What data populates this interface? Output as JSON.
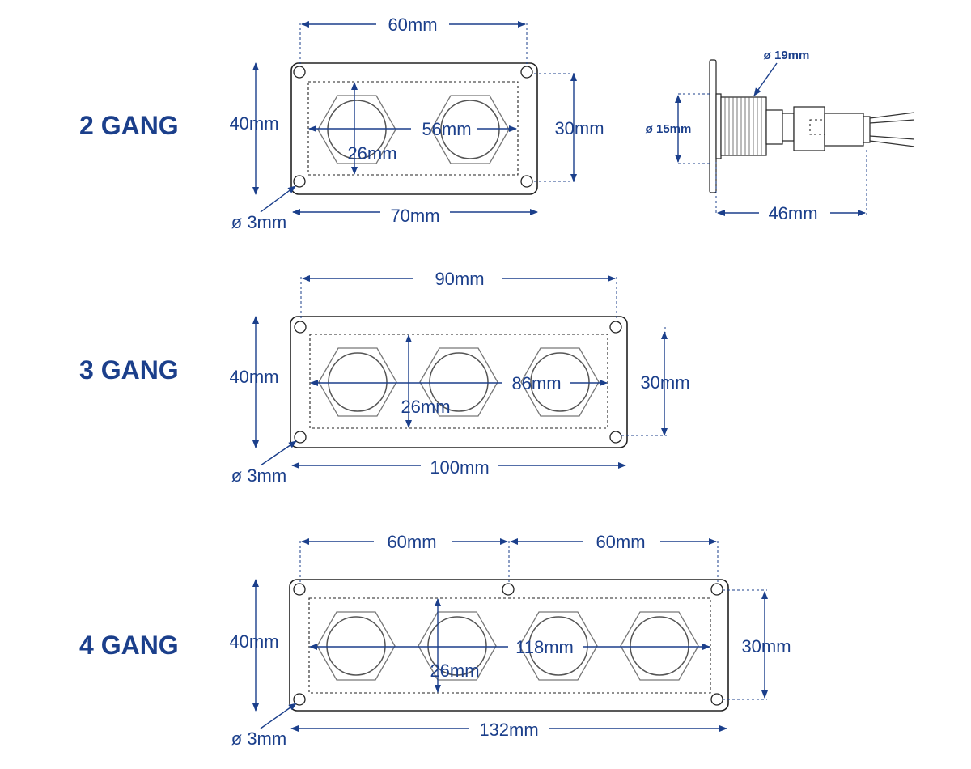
{
  "colors": {
    "accent": "#1b3f8b",
    "line": "#222222"
  },
  "gang2": {
    "title": "2 GANG",
    "width_holes": "60mm",
    "height": "40mm",
    "inner_span": "56mm",
    "inner_height": "30mm",
    "nut_size": "26mm",
    "plate_width": "70mm",
    "hole_dia": "ø 3mm"
  },
  "side_view": {
    "thread_dia": "ø 19mm",
    "body_dia": "ø 15mm",
    "length": "46mm"
  },
  "gang3": {
    "title": "3 GANG",
    "width_holes": "90mm",
    "height": "40mm",
    "inner_span": "86mm",
    "inner_height": "30mm",
    "nut_size": "26mm",
    "plate_width": "100mm",
    "hole_dia": "ø 3mm"
  },
  "gang4": {
    "title": "4 GANG",
    "width_holes_left": "60mm",
    "width_holes_right": "60mm",
    "height": "40mm",
    "inner_span": "118mm",
    "inner_height": "30mm",
    "nut_size": "26mm",
    "plate_width": "132mm",
    "hole_dia": "ø 3mm"
  }
}
